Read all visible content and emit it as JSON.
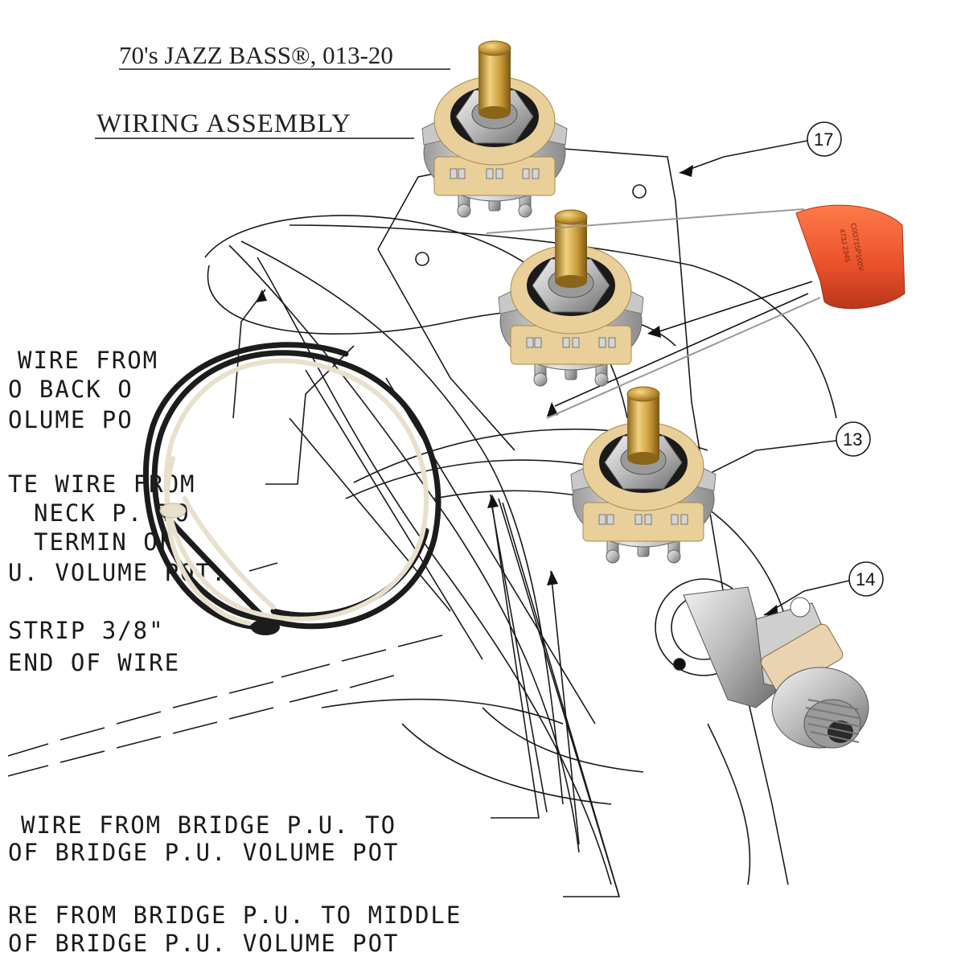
{
  "diagram": {
    "title_line": "70's JAZZ BASS®, 013-20",
    "subtitle": "WIRING ASSEMBLY",
    "notes": [
      "WIRE FROM",
      "O BACK O",
      "OLUME PO",
      "TE WIRE FROM",
      "NECK P. TO",
      "TERMIN  OF",
      "U. VOLUME POT.",
      "STRIP 3/8\"",
      "END OF WIRE",
      "WIRE FROM BRIDGE P.U. TO",
      "OF BRIDGE P.U. VOLUME POT",
      "RE FROM BRIDGE P.U. TO MIDDLE",
      "OF BRIDGE P.U. VOLUME POT"
    ],
    "callouts": [
      "17",
      "13",
      "14"
    ]
  },
  "capacitor": {
    "print_line1": "C0D715P100V",
    "print_line2": "473J 2345",
    "color": "#e8502a"
  },
  "colors": {
    "gold": "#c99a3a",
    "nickel": "#b9b9b9",
    "phenolic": "#e9cf99",
    "black_wire": "#1c1c1c",
    "white_wire": "#e8e0cc"
  }
}
